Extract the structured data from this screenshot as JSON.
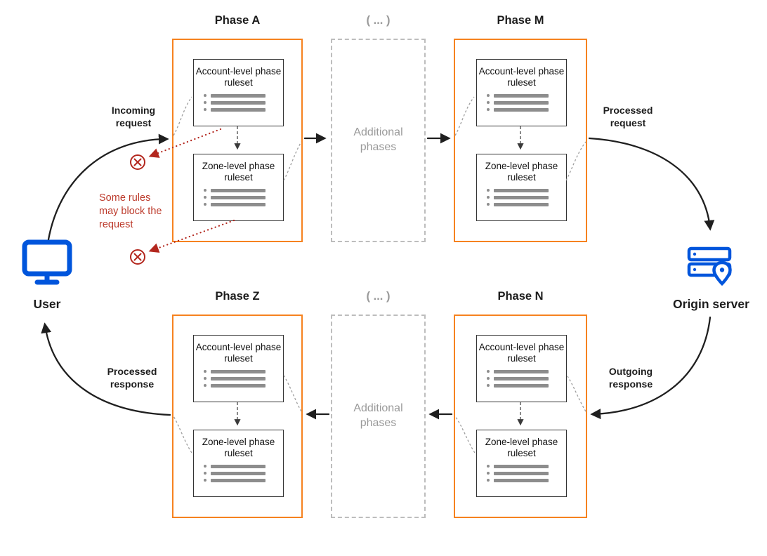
{
  "phases": {
    "a": "Phase A",
    "m": "Phase M",
    "z": "Phase Z",
    "n": "Phase N"
  },
  "additional": {
    "header": "( ... )",
    "body": "Additional phases"
  },
  "ruleset": {
    "account": "Account-level phase ruleset",
    "zone": "Zone-level phase ruleset"
  },
  "edge_labels": {
    "incoming_request": "Incoming request",
    "processed_request": "Processed request",
    "outgoing_response": "Outgoing response",
    "processed_response": "Processed response"
  },
  "notes": {
    "block_warning": "Some rules may block the request"
  },
  "nodes": {
    "user": "User",
    "origin": "Origin server"
  },
  "icons": {
    "user": "monitor",
    "origin_server": "server-with-location-pin",
    "blocked": "circled-x"
  },
  "colors": {
    "phase_border": "#f6821f",
    "node_blue": "#0055dc",
    "warn_red": "#b3271e",
    "bar_gray": "#8d8d8d",
    "dash_gray": "#bdbdbd",
    "muted_text": "#9a9a9a",
    "arrow_dark": "#1f1f1f"
  }
}
